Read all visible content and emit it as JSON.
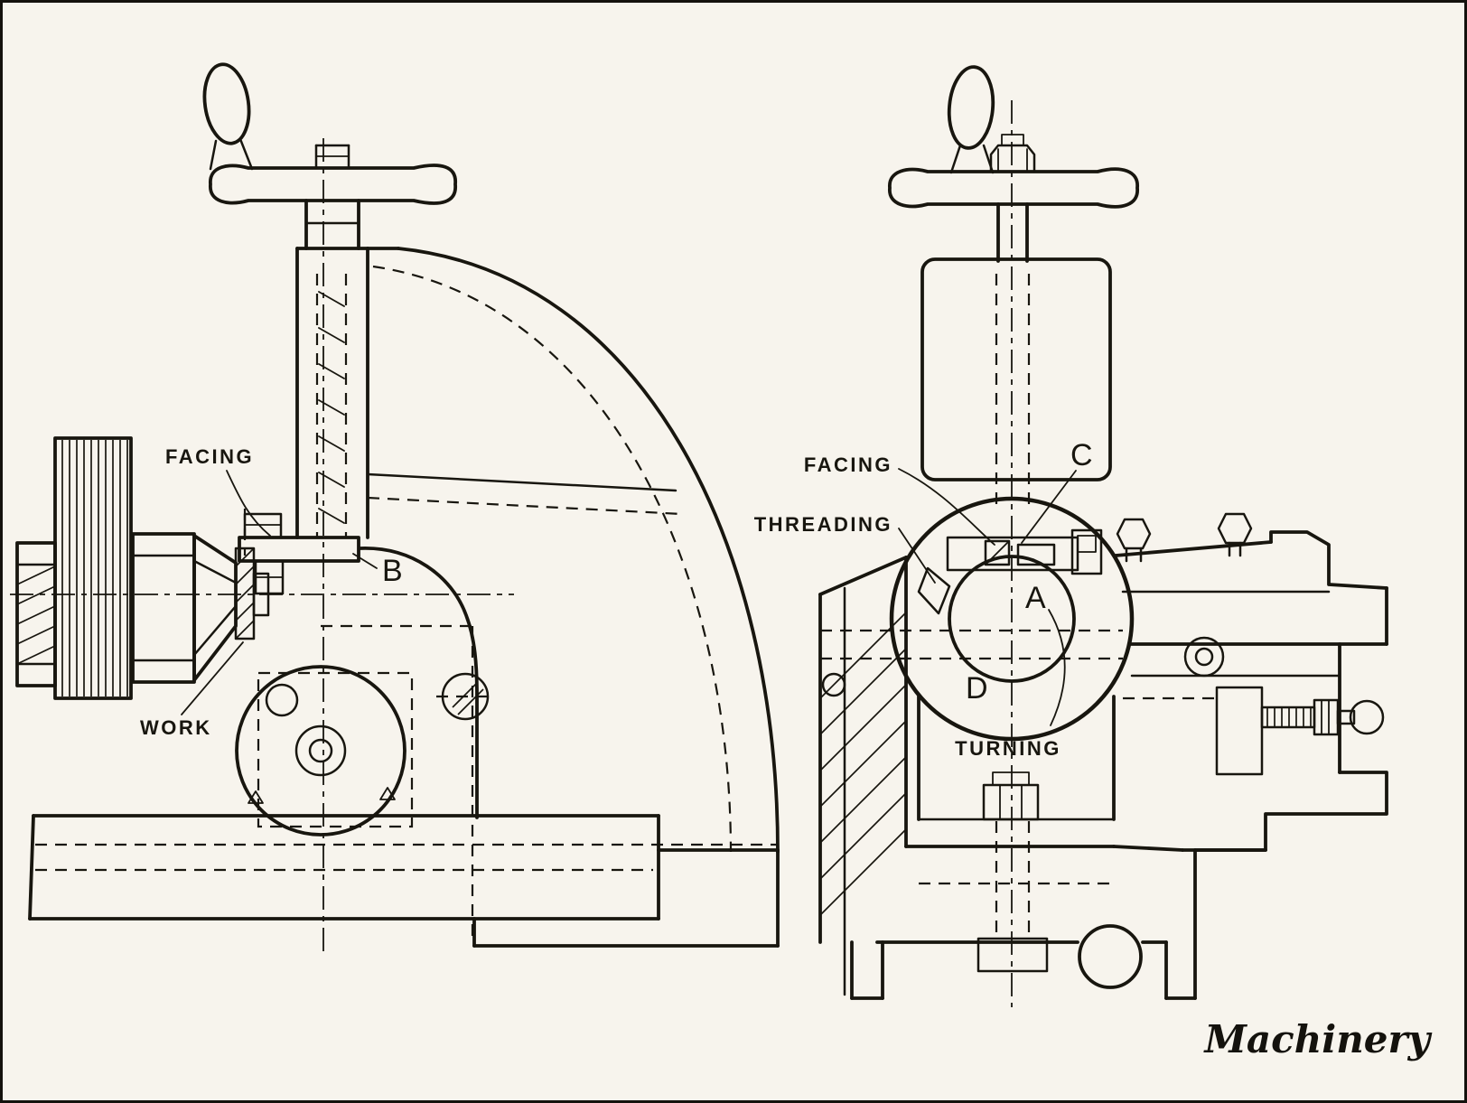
{
  "page": {
    "background": "#f7f4ed",
    "ink": "#18160f",
    "credit": "Machinery"
  },
  "left_view": {
    "labels": {
      "facing": "FACING",
      "work": "WORK",
      "b": "B"
    }
  },
  "right_view": {
    "labels": {
      "facing": "FACING",
      "threading": "THREADING",
      "c": "C",
      "a": "A",
      "d": "D",
      "turning": "TURNING"
    }
  }
}
